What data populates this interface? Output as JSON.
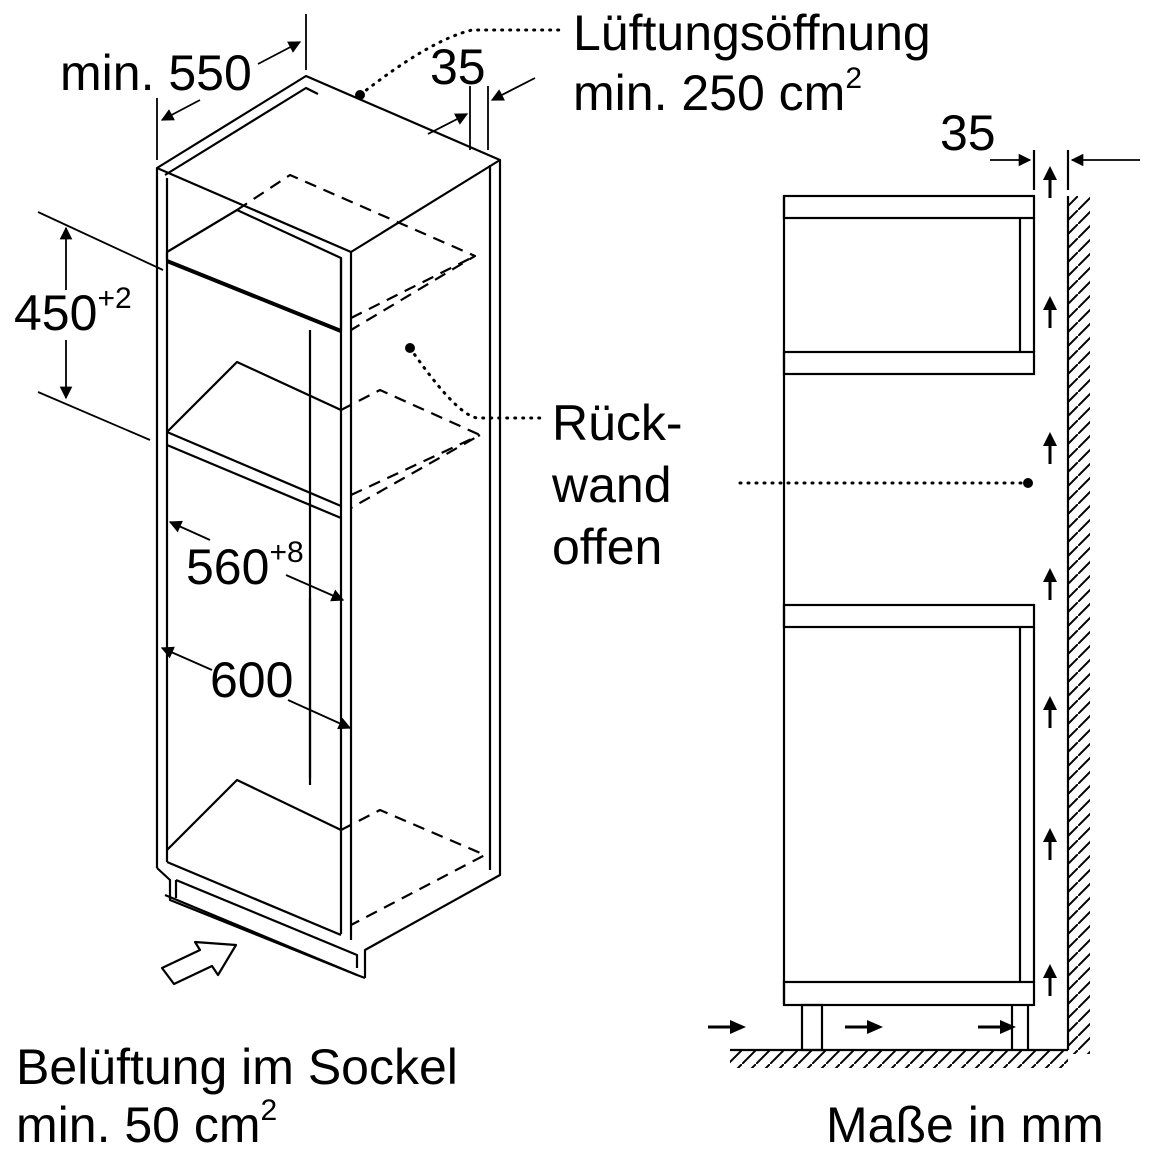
{
  "labels": {
    "width_min": {
      "prefix": "min.",
      "value": "550"
    },
    "top_gap": "35",
    "vent_top": {
      "line1": "Lüftungsöffnung",
      "line2_value": "min. 250 cm",
      "line2_sup": "2"
    },
    "side_gap": "35",
    "niche_height": {
      "value": "450",
      "tol": "+2"
    },
    "back_wall": {
      "line1": "Rück-",
      "line2": "wand",
      "line3": "offen"
    },
    "niche_width": {
      "value": "560",
      "tol": "+8"
    },
    "cabinet_width": "600",
    "vent_base": {
      "line1": "Belüftung im Sockel",
      "line2_value": "min. 50 cm",
      "line2_sup": "2"
    },
    "units": "Maße in mm"
  },
  "icons": {
    "intake_arrow": "hollow-arrow-icon",
    "airflow_arrow": "up-arrow-icon",
    "floor_arrow": "right-arrow-icon"
  }
}
